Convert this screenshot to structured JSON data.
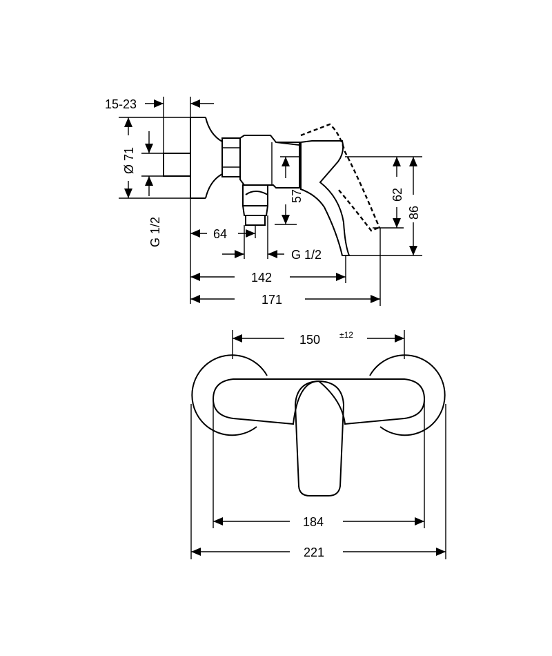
{
  "side_view": {
    "dim_wall_distance": "15-23",
    "dim_diameter": "Ø 71",
    "dim_thread_inlet": "G 1/2",
    "dim_outlet_offset": "64",
    "dim_outlet_thread": "G 1/2",
    "dim_depth_body": "142",
    "dim_depth_total": "171",
    "dim_height_57": "57",
    "dim_height_62": "62",
    "dim_height_86": "86"
  },
  "front_view": {
    "dim_centers": "150",
    "dim_tolerance": "±12",
    "dim_body_width": "184",
    "dim_total_width": "221"
  }
}
